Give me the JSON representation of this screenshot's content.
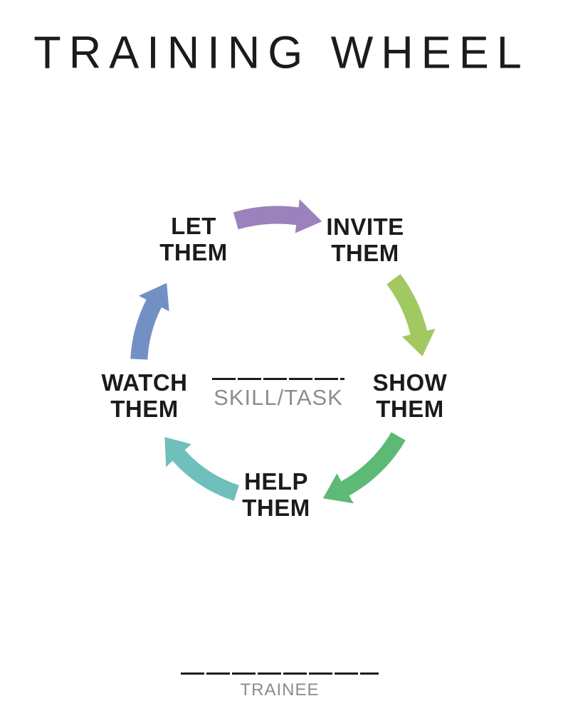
{
  "title": "TRAINING WHEEL",
  "text_color": "#1b1b1b",
  "muted_text_color": "#8d8d8d",
  "wheel": {
    "steps": [
      {
        "label": "LET\nTHEM"
      },
      {
        "label": "INVITE\nTHEM"
      },
      {
        "label": "SHOW\nTHEM"
      },
      {
        "label": "HELP\nTHEM"
      },
      {
        "label": "WATCH\nTHEM"
      }
    ],
    "arrows": [
      {
        "name": "let-to-invite",
        "color": "#9b82bc"
      },
      {
        "name": "invite-to-show",
        "color": "#a2c861"
      },
      {
        "name": "show-to-help",
        "color": "#5dba74"
      },
      {
        "name": "help-to-watch",
        "color": "#6fc0ba"
      },
      {
        "name": "watch-to-let",
        "color": "#7390c5"
      }
    ],
    "center": {
      "label": "SKILL/TASK",
      "color": "#8d8d8d"
    }
  },
  "footer": {
    "label": "TRAINEE",
    "color": "#8d8d8d"
  }
}
